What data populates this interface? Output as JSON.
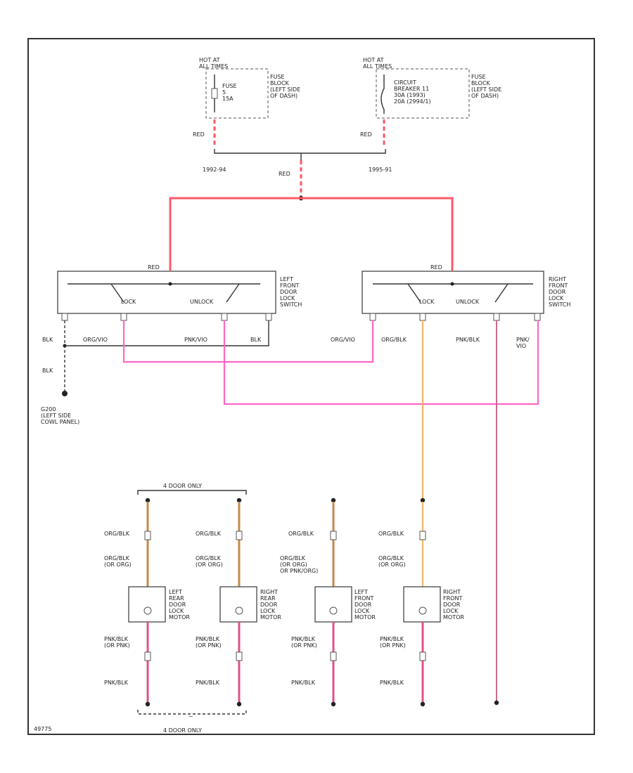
{
  "fuse_block": {
    "hot_label": "HOT AT\nALL TIMES",
    "fuse_text": "FUSE\n5\n15A",
    "location": "FUSE\nBLOCK\n(LEFT SIDE\nOF DASH)",
    "wire": "RED",
    "year": "1992-94"
  },
  "breaker_block": {
    "hot_label": "HOT AT\nALL TIMES",
    "cb_text": "CIRCUIT\nBREAKER 11\n30A      (1993)\n20A      (2994/1)",
    "location": "FUSE\nBLOCK\n(LEFT SIDE\nOF DASH)",
    "wire": "RED",
    "year": "1995-91"
  },
  "splice_wire": "RED",
  "left_switch": {
    "in_wire": "RED",
    "lock": "LOCK",
    "unlock": "UNLOCK",
    "name": "LEFT\nFRONT\nDOOR\nLOCK\nSWITCH"
  },
  "right_switch": {
    "in_wire": "RED",
    "lock": "LOCK",
    "unlock": "UNLOCK",
    "name": "RIGHT\nFRONT\nDOOR\nLOCK\nSWITCH"
  },
  "left_wires": {
    "blk1": "BLK",
    "org": "ORG/VIO",
    "pnk": "PNK/VIO",
    "blk2": "BLK",
    "blk3": "BLK"
  },
  "right_wires": {
    "orgvio": "ORG/VIO",
    "orgblk": "ORG/BLK",
    "pnkblk": "PNK/BLK",
    "pnkvio": "PNK/\nVIO"
  },
  "ground": "G200\n(LEFT SIDE\nCOWL PANEL)",
  "door4_top": "4 DOOR ONLY",
  "door4_bottom": "4 DOOR ONLY",
  "motors": [
    {
      "wire1": "ORG/BLK",
      "wire2": "ORG/BLK\n(OR ORG)",
      "name": "LEFT\nREAR\nDOOR\nLOCK\nMOTOR",
      "wire3": "PNK/BLK\n(OR PNK)",
      "wire4": "PNK/BLK"
    },
    {
      "wire1": "ORG/BLK",
      "wire2": "ORG/BLK\n(OR ORG)",
      "name": "RIGHT\nREAR\nDOOR\nLOCK\nMOTOR",
      "wire3": "PNK/BLK\n(OR PNK)",
      "wire4": "PNK/BLK"
    },
    {
      "wire1": "ORG/BLK",
      "wire2": "ORG/BLK\n(OR ORG)\nOR PNK/ORG)",
      "name": "LEFT\nFRONT\nDOOR\nLOCK\nMOTOR",
      "wire3": "PNK/BLK\n(OR PNK)",
      "wire4": "PNK/BLK"
    },
    {
      "wire1": "ORG/BLK",
      "wire2": "ORG/BLK\n(OR ORG)",
      "name": "RIGHT\nFRONT\nDOOR\nLOCK\nMOTOR",
      "wire3": "PNK/BLK\n(OR PNK)",
      "wire4": "PNK/BLK"
    }
  ],
  "footer_code": "49775"
}
